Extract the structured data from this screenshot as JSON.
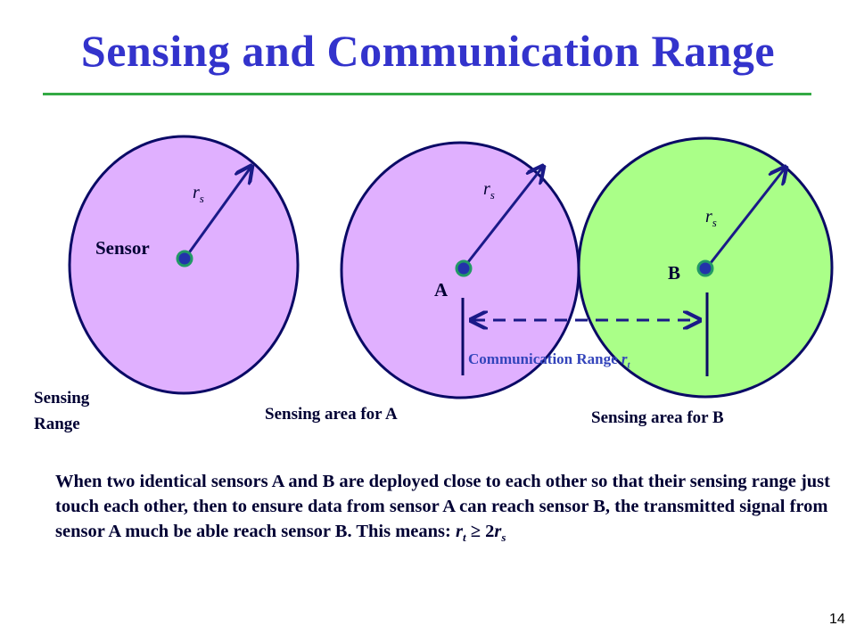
{
  "title": "Sensing and Communication Range",
  "labels": {
    "sensor": "Sensor",
    "sensing_range_line1": "Sensing",
    "sensing_range_line2": "Range",
    "node_a": "A",
    "node_b": "B",
    "area_a": "Sensing area for A",
    "area_b": "Sensing area for B",
    "comm_range": "Communication Range",
    "r_symbol": "r",
    "sub_s": "s",
    "sub_t": "t"
  },
  "body": {
    "text": "When two identical sensors A and B are deployed close to each other so that their sensing range just touch each other, then to ensure data from sensor A can reach sensor B, the transmitted signal from sensor A much be able reach sensor B. This means: ",
    "eq_r1": "r",
    "eq_t": "t",
    "eq_op": " ≥ 2",
    "eq_r2": "r",
    "eq_s": "s"
  },
  "colors": {
    "title": "#3333cc",
    "rule": "#33aa44",
    "purple_fill": "#e0b0ff",
    "green_fill": "#aaff88",
    "outline": "#0a0a66",
    "arrow": "#1a1a88",
    "node_fill": "#2233aa",
    "node_ring": "#229966"
  },
  "page_number": "14"
}
